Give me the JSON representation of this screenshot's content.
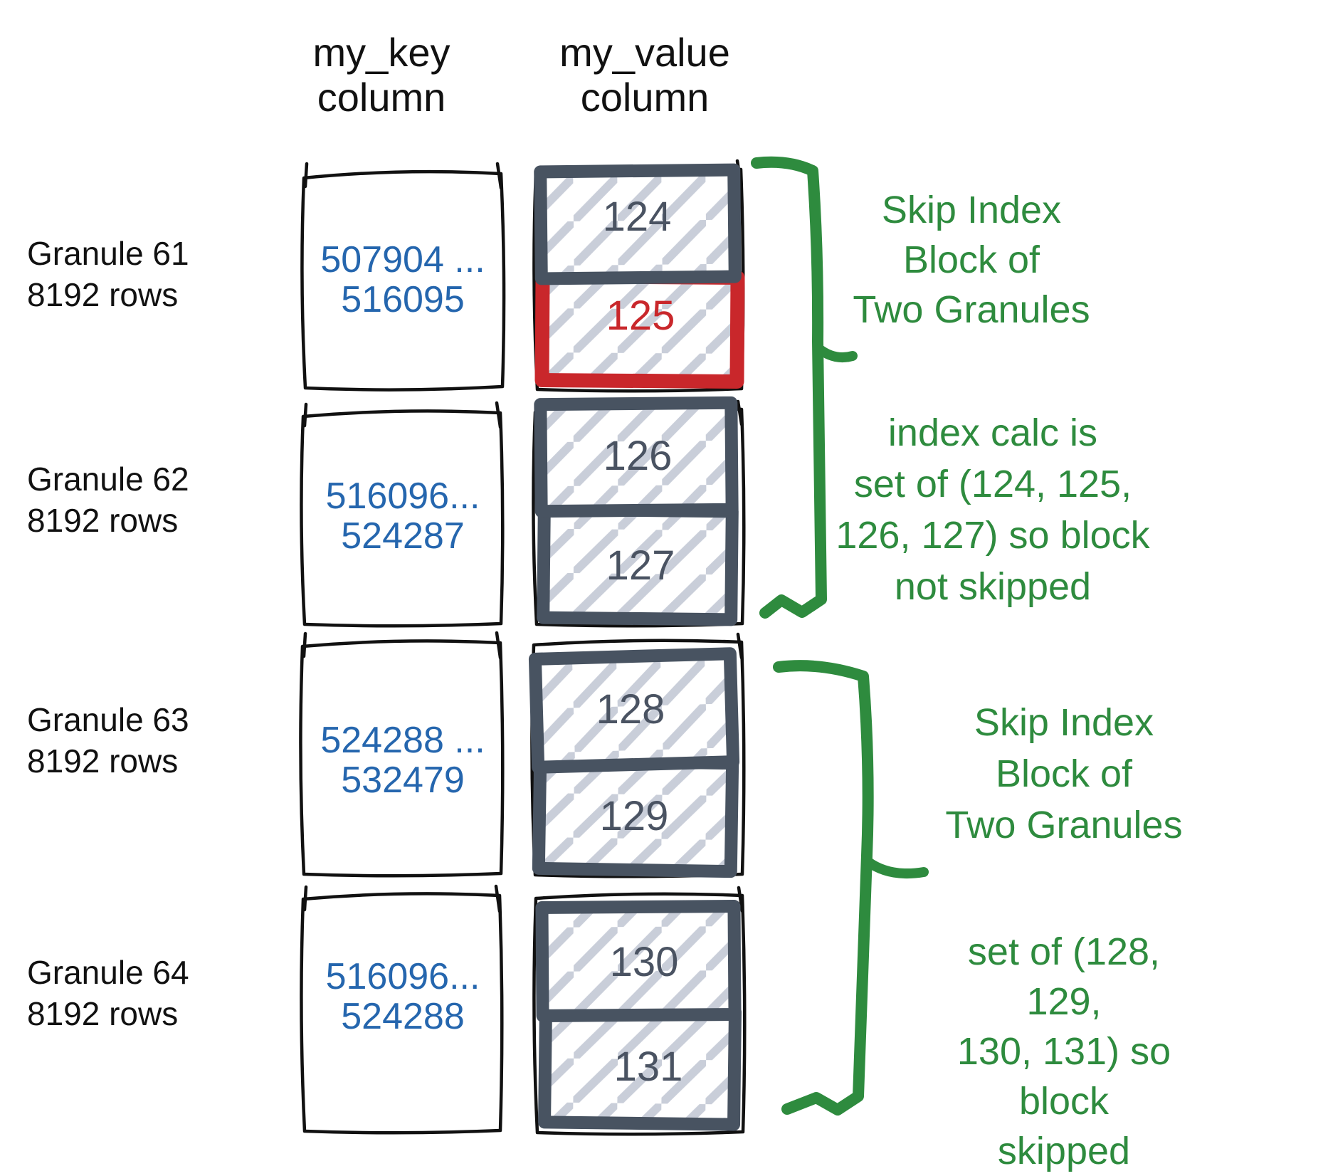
{
  "headers": {
    "key": "my_key\ncolumn",
    "value": "my_value\ncolumn"
  },
  "granules": [
    {
      "label": "Granule 61\n8192 rows",
      "key_range": "507904 ...\n516095",
      "blocks": [
        {
          "value": "124",
          "highlighted": false
        },
        {
          "value": "125",
          "highlighted": true
        }
      ]
    },
    {
      "label": "Granule 62\n8192 rows",
      "key_range": "516096...\n524287",
      "blocks": [
        {
          "value": "126",
          "highlighted": false
        },
        {
          "value": "127",
          "highlighted": false
        }
      ]
    },
    {
      "label": "Granule 63\n8192 rows",
      "key_range": "524288 ...\n532479",
      "blocks": [
        {
          "value": "128",
          "highlighted": false
        },
        {
          "value": "129",
          "highlighted": false
        }
      ]
    },
    {
      "label": "Granule 64\n8192 rows",
      "key_range": "516096...\n524288",
      "blocks": [
        {
          "value": "130",
          "highlighted": false
        },
        {
          "value": "131",
          "highlighted": false
        }
      ]
    }
  ],
  "annotations": {
    "block1_title": "Skip Index\nBlock of\nTwo Granules",
    "block1_detail": "index calc is\nset of (124, 125,\n126, 127) so block\nnot skipped",
    "block2_title": "Skip Index\nBlock of\nTwo Granules",
    "block2_detail": "set of (128, 129,\n130, 131) so block\nskipped"
  },
  "colors": {
    "annotation_green": "#2e8b3e",
    "key_text_blue": "#2566ae",
    "block_border_slate": "#485361",
    "highlight_red": "#c9272b",
    "hatch_gray": "#c9ced9",
    "sketch_black": "#111111"
  }
}
